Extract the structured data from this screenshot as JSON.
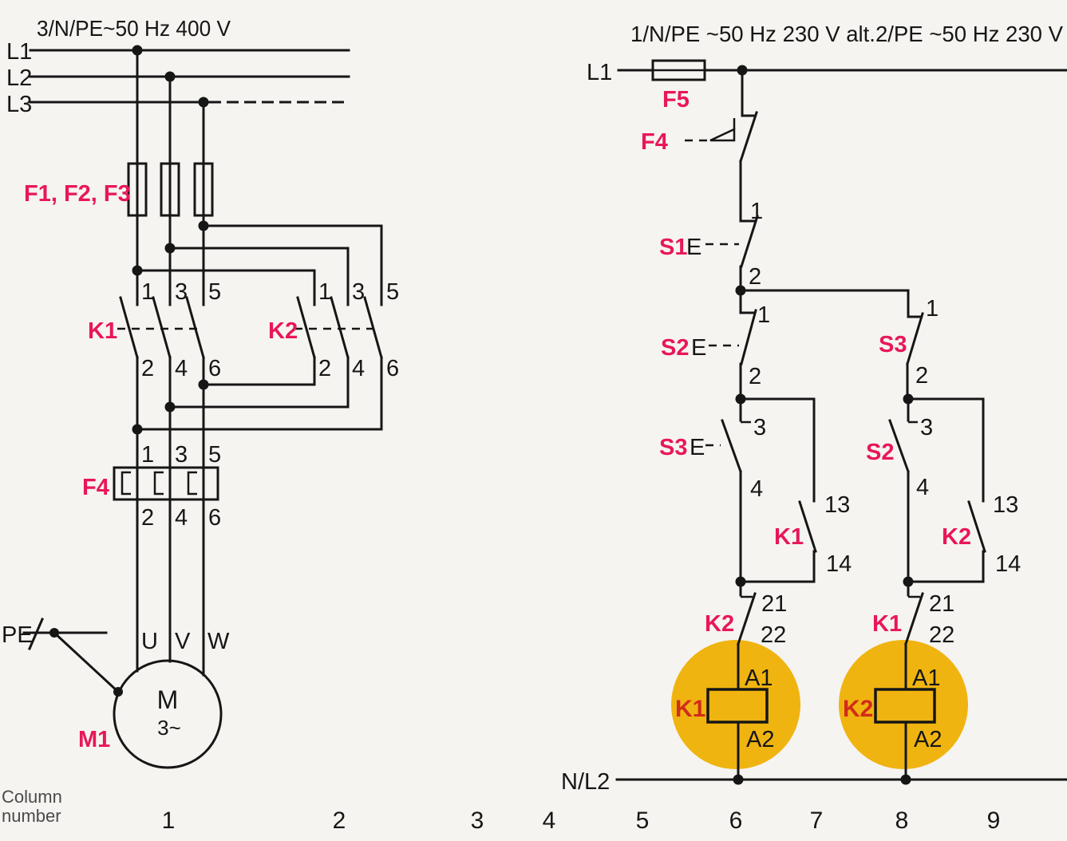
{
  "colors": {
    "background": "#f5f4f1",
    "line": "#161616",
    "accent_red": "#e8175a",
    "coil_red": "#d12c1a",
    "highlight_yellow": "#f0b411",
    "muted_text": "#4a4a4a"
  },
  "power": {
    "title": "3/N/PE~50 Hz 400 V",
    "phases": [
      "L1",
      "L2",
      "L3"
    ],
    "fuse_group": "F1, F2, F3",
    "k1": {
      "label": "K1",
      "top": [
        "1",
        "3",
        "5"
      ],
      "bottom": [
        "2",
        "4",
        "6"
      ]
    },
    "k2": {
      "label": "K2",
      "top": [
        "1",
        "3",
        "5"
      ],
      "bottom": [
        "2",
        "4",
        "6"
      ]
    },
    "overload": {
      "label": "F4",
      "top": [
        "1",
        "3",
        "5"
      ],
      "bottom": [
        "2",
        "4",
        "6"
      ]
    },
    "motor": {
      "label": "M1",
      "letter": "M",
      "phase": "3~",
      "terminals": [
        "U",
        "V",
        "W"
      ]
    },
    "pe": "PE"
  },
  "control": {
    "title": "1/N/PE ~50 Hz 230 V alt.2/PE ~50 Hz 230 V",
    "line": "L1",
    "neutral": "N/L2",
    "fuse": "F5",
    "thermal": "F4",
    "actuator": "E",
    "s1": {
      "label": "S1",
      "t1": "1",
      "t2": "2"
    },
    "s2_no": {
      "label": "S2",
      "t1": "1",
      "t2": "2"
    },
    "s3_nc": {
      "label": "S3",
      "t1": "3",
      "t2": "4"
    },
    "s3_no": {
      "label": "S3",
      "t1": "1",
      "t2": "2"
    },
    "s2_nc": {
      "label": "S2",
      "t1": "3",
      "t2": "4"
    },
    "k1_aux": {
      "label": "K1",
      "t1": "13",
      "t2": "14"
    },
    "k2_aux": {
      "label": "K2",
      "t1": "13",
      "t2": "14"
    },
    "k2_int": {
      "label": "K2",
      "t1": "21",
      "t2": "22"
    },
    "k1_int": {
      "label": "K1",
      "t1": "21",
      "t2": "22"
    },
    "coil_k1": {
      "label": "K1",
      "a1": "A1",
      "a2": "A2"
    },
    "coil_k2": {
      "label": "K2",
      "a1": "A1",
      "a2": "A2"
    }
  },
  "columns": {
    "caption_line1": "Column",
    "caption_line2": "number",
    "numbers": [
      "1",
      "2",
      "3",
      "4",
      "5",
      "6",
      "7",
      "8",
      "9"
    ]
  }
}
